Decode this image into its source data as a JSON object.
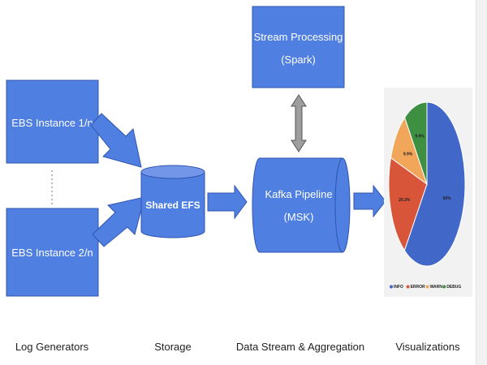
{
  "nodes": {
    "ebs1": "EBS Instance 1/n",
    "ebs2": "EBS Instance 2/n",
    "efs": "Shared EFS",
    "stream_line1": "Stream Processing",
    "stream_line2": "(Spark)",
    "kafka_line1": "Kafka Pipeline",
    "kafka_line2": "(MSK)"
  },
  "categories": {
    "log_generators": "Log Generators",
    "storage": "Storage",
    "data_stream": "Data Stream & Aggregation",
    "visualizations": "Visualizations"
  },
  "colors": {
    "box_fill": "#4f7fe0",
    "box_stroke": "#2f55b0",
    "arrow_fill": "#4f7fe0",
    "gray_arrow": "#9e9e9e"
  },
  "chart_data": {
    "type": "pie",
    "title": "",
    "series": [
      {
        "name": "INFO",
        "value": 60,
        "label": "60%",
        "color": "#4167c8"
      },
      {
        "name": "ERROR",
        "value": 20.2,
        "label": "20.2%",
        "color": "#d9553a"
      },
      {
        "name": "WARN",
        "value": 9.9,
        "label": "9.9%",
        "color": "#f2a65a"
      },
      {
        "name": "DEBUG",
        "value": 9.9,
        "label": "9.9%",
        "color": "#3e8f42"
      }
    ],
    "legend_position": "bottom"
  }
}
